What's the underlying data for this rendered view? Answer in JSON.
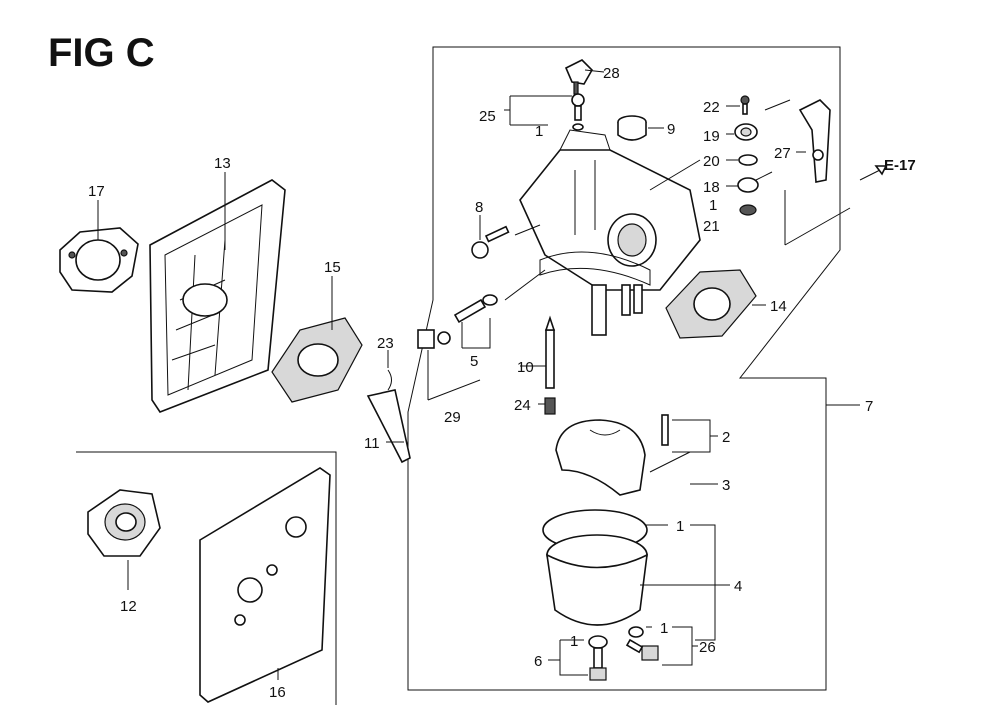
{
  "figure": {
    "title": "FIG C",
    "reference": "E-17"
  },
  "callouts": [
    {
      "id": "c28",
      "text": "28"
    },
    {
      "id": "c25",
      "text": "25"
    },
    {
      "id": "c1a",
      "text": "1"
    },
    {
      "id": "c9",
      "text": "9"
    },
    {
      "id": "c22",
      "text": "22"
    },
    {
      "id": "c19",
      "text": "19"
    },
    {
      "id": "c20",
      "text": "20"
    },
    {
      "id": "c27",
      "text": "27"
    },
    {
      "id": "c18",
      "text": "18"
    },
    {
      "id": "c1b",
      "text": "1"
    },
    {
      "id": "c21",
      "text": "21"
    },
    {
      "id": "c8",
      "text": "8"
    },
    {
      "id": "c13",
      "text": "13"
    },
    {
      "id": "c17",
      "text": "17"
    },
    {
      "id": "c15",
      "text": "15"
    },
    {
      "id": "c14",
      "text": "14"
    },
    {
      "id": "c23",
      "text": "23"
    },
    {
      "id": "c5",
      "text": "5"
    },
    {
      "id": "c29",
      "text": "29"
    },
    {
      "id": "c10",
      "text": "10"
    },
    {
      "id": "c24",
      "text": "24"
    },
    {
      "id": "c7",
      "text": "7"
    },
    {
      "id": "c11",
      "text": "11"
    },
    {
      "id": "c2",
      "text": "2"
    },
    {
      "id": "c3",
      "text": "3"
    },
    {
      "id": "c1c",
      "text": "1"
    },
    {
      "id": "c4",
      "text": "4"
    },
    {
      "id": "c12",
      "text": "12"
    },
    {
      "id": "c1d",
      "text": "1"
    },
    {
      "id": "c6",
      "text": "6"
    },
    {
      "id": "c1e",
      "text": "1"
    },
    {
      "id": "c26",
      "text": "26"
    },
    {
      "id": "c16",
      "text": "16"
    }
  ]
}
